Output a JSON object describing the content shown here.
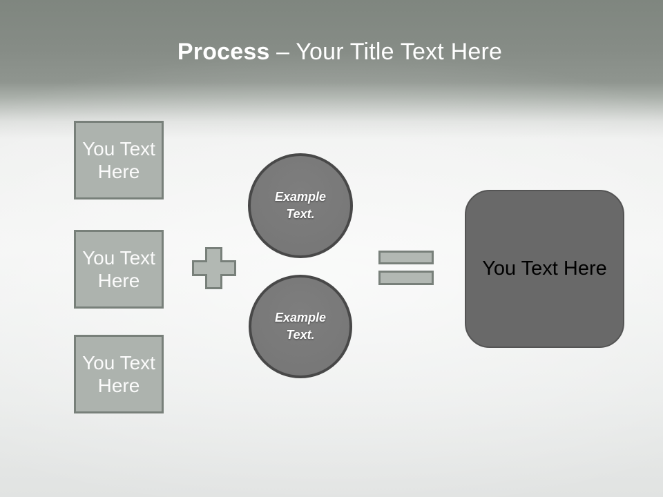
{
  "title": {
    "bold": "Process",
    "rest": "– Your Title Text Here"
  },
  "left_boxes": [
    {
      "label": "You Text Here"
    },
    {
      "label": "You Text Here"
    },
    {
      "label": "You Text Here"
    }
  ],
  "operators": {
    "plus": "+",
    "equals": "="
  },
  "circles": [
    {
      "label": "Example Text."
    },
    {
      "label": "Example Text."
    }
  ],
  "result_box": {
    "label": "You Text Here"
  },
  "colors": {
    "header_band_top": "#7f867f",
    "header_band_bottom": "#8f958f",
    "canvas_light": "#f3f4f3",
    "canvas_edge": "#e1e3e2",
    "title_text": "#ffffff",
    "box_fill": "#adb3ae",
    "box_border": "#78807a",
    "box_text": "#fbfbfb",
    "operator_fill": "#b2b8b3",
    "operator_border": "#78807a",
    "circle_fill": "#7a7a7a",
    "circle_border": "#484848",
    "circle_text": "#ffffff",
    "result_fill": "#696969",
    "result_border": "#545454",
    "result_text": "#000000"
  }
}
